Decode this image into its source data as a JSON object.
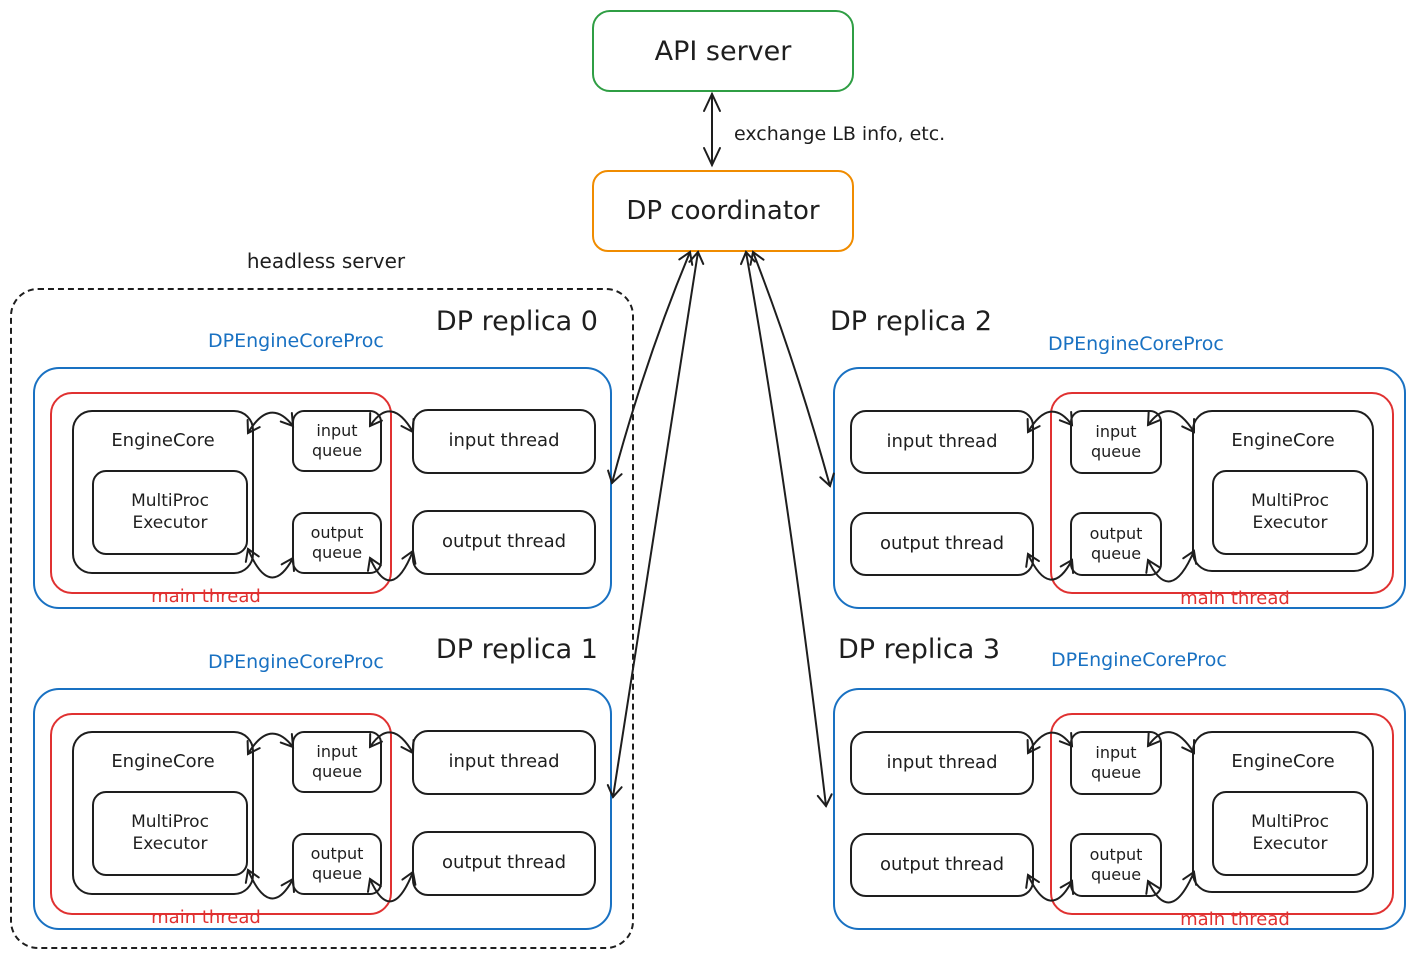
{
  "colors": {
    "green": "#2f9e44",
    "orange": "#f08c00",
    "blue": "#1971c2",
    "red": "#e03131",
    "ink": "#1e1e1e"
  },
  "api_server": {
    "label": "API server"
  },
  "coordinator": {
    "label": "DP coordinator"
  },
  "headless_server": {
    "label": "headless server"
  },
  "connections": [
    {
      "from": "API server",
      "to": "DP coordinator",
      "label": "exchange LB info, etc.",
      "bidirectional": true
    },
    {
      "from": "DP coordinator",
      "to": "DP replica 0",
      "bidirectional": true
    },
    {
      "from": "DP coordinator",
      "to": "DP replica 1",
      "bidirectional": true
    },
    {
      "from": "DP coordinator",
      "to": "DP replica 2",
      "bidirectional": true
    },
    {
      "from": "DP coordinator",
      "to": "DP replica 3",
      "bidirectional": true
    }
  ],
  "replicas": [
    {
      "title": "DP replica 0",
      "process_label": "DPEngineCoreProc",
      "layout": "engine-left",
      "engine_core_label": "EngineCore",
      "executor_label": "MultiProc Executor",
      "input_queue_label": "input queue",
      "output_queue_label": "output queue",
      "input_thread_label": "input thread",
      "output_thread_label": "output thread",
      "main_thread_label": "main thread"
    },
    {
      "title": "DP replica 1",
      "process_label": "DPEngineCoreProc",
      "layout": "engine-left",
      "engine_core_label": "EngineCore",
      "executor_label": "MultiProc Executor",
      "input_queue_label": "input queue",
      "output_queue_label": "output queue",
      "input_thread_label": "input thread",
      "output_thread_label": "output thread",
      "main_thread_label": "main thread"
    },
    {
      "title": "DP replica 2",
      "process_label": "DPEngineCoreProc",
      "layout": "engine-right",
      "engine_core_label": "EngineCore",
      "executor_label": "MultiProc Executor",
      "input_queue_label": "input queue",
      "output_queue_label": "output queue",
      "input_thread_label": "input thread",
      "output_thread_label": "output thread",
      "main_thread_label": "main thread"
    },
    {
      "title": "DP replica 3",
      "process_label": "DPEngineCoreProc",
      "layout": "engine-right",
      "engine_core_label": "EngineCore",
      "executor_label": "MultiProc Executor",
      "input_queue_label": "input queue",
      "output_queue_label": "output queue",
      "input_thread_label": "input thread",
      "output_thread_label": "output thread",
      "main_thread_label": "main thread"
    }
  ]
}
